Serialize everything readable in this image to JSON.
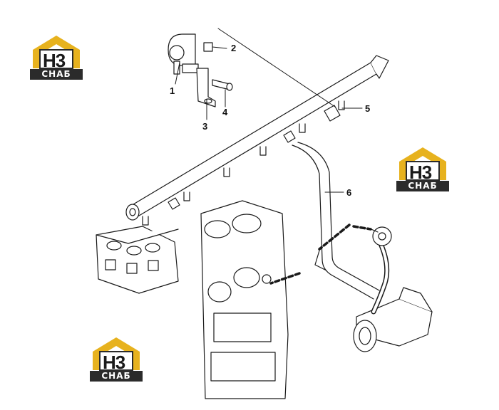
{
  "callouts": [
    {
      "id": "1",
      "label": "1"
    },
    {
      "id": "2",
      "label": "2"
    },
    {
      "id": "3",
      "label": "3"
    },
    {
      "id": "4",
      "label": "4"
    },
    {
      "id": "5",
      "label": "5"
    },
    {
      "id": "6",
      "label": "6"
    }
  ],
  "watermark": {
    "top_text": "Н3",
    "bottom_text": "СНАБ",
    "accent_color": "#e7b21e",
    "dark_color": "#2b2b2b"
  },
  "colors": {
    "line": "#1a1a1a",
    "fill": "#ffffff",
    "shade": "#e9e9e9"
  }
}
